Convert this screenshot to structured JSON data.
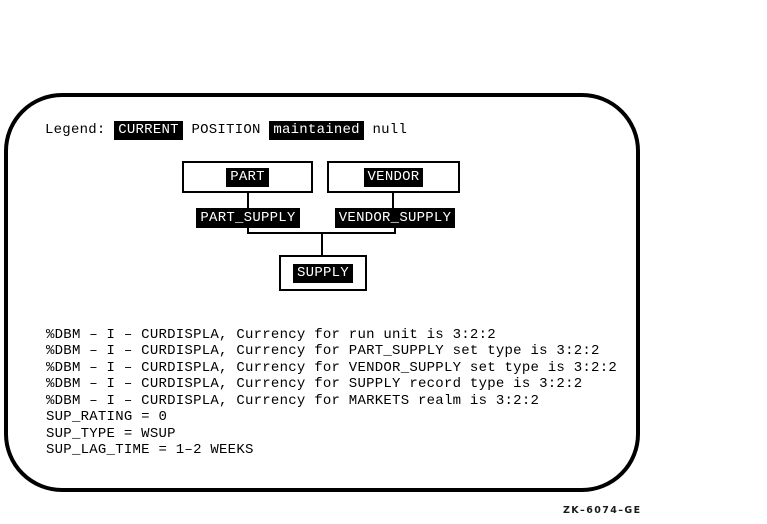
{
  "colors": {
    "foreground": "#000000",
    "background": "#ffffff",
    "badge_bg": "#000000",
    "badge_fg": "#ffffff"
  },
  "legend": {
    "prefix": "Legend:",
    "current_label": "CURRENT",
    "position_label": "POSITION",
    "maintained_label": "maintained",
    "null_label": "null"
  },
  "diagram": {
    "part_label": "PART",
    "vendor_label": "VENDOR",
    "part_supply_label": "PART_SUPPLY",
    "vendor_supply_label": "VENDOR_SUPPLY",
    "supply_label": "SUPPLY"
  },
  "messages": [
    "%DBM – I – CURDISPLA, Currency for run unit is 3:2:2",
    "%DBM – I – CURDISPLA, Currency for PART_SUPPLY set type is 3:2:2",
    "%DBM – I – CURDISPLA, Currency for VENDOR_SUPPLY set type is 3:2:2",
    "%DBM – I – CURDISPLA, Currency for SUPPLY record type is 3:2:2",
    "%DBM – I – CURDISPLA, Currency for MARKETS realm is 3:2:2",
    "SUP_RATING = 0",
    "SUP_TYPE = WSUP",
    "SUP_LAG_TIME = 1–2 WEEKS"
  ],
  "figure_id": "ZK–6074–GE"
}
